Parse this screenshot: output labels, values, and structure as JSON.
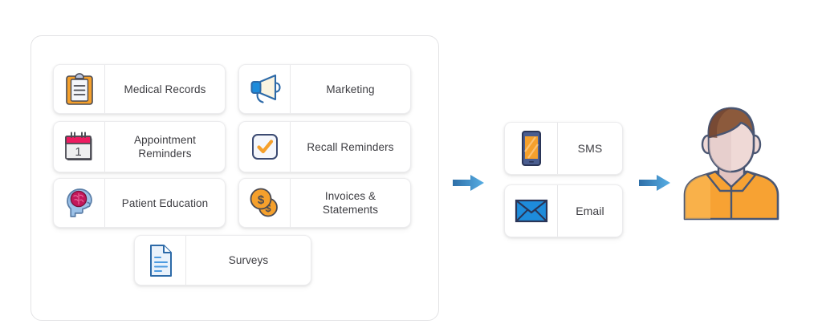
{
  "diagram": {
    "title": "Patient communication channels flow",
    "panel": {
      "name": "features-panel",
      "features": [
        {
          "id": "medical-records",
          "label": "Medical Records",
          "icon": "clipboard-icon"
        },
        {
          "id": "marketing",
          "label": "Marketing",
          "icon": "megaphone-icon"
        },
        {
          "id": "appointment-reminders",
          "label": "Appointment\nReminders",
          "icon": "calendar-icon"
        },
        {
          "id": "recall-reminders",
          "label": "Recall Reminders",
          "icon": "checkbox-check-icon"
        },
        {
          "id": "patient-education",
          "label": "Patient Education",
          "icon": "head-brain-icon"
        },
        {
          "id": "invoices-statements",
          "label": "Invoices &\nStatements",
          "icon": "coins-dollar-icon"
        },
        {
          "id": "surveys",
          "label": "Surveys",
          "icon": "document-icon"
        }
      ]
    },
    "channels": [
      {
        "id": "sms",
        "label": "SMS",
        "icon": "mobile-phone-icon"
      },
      {
        "id": "email",
        "label": "Email",
        "icon": "envelope-icon"
      }
    ],
    "arrows": [
      {
        "id": "arrow-features-to-channels",
        "icon": "arrow-right-icon"
      },
      {
        "id": "arrow-channels-to-recipient",
        "icon": "arrow-right-icon"
      }
    ],
    "recipient": {
      "id": "recipient",
      "icon": "person-avatar-icon"
    },
    "colors": {
      "accent_orange": "#F5A02C",
      "accent_blue": "#2D8FD5",
      "arrow_blue": "#3E95D4",
      "calendar_pink": "#ED1B60",
      "brain_magenta": "#C2185B",
      "panel_border": "#E3E3E5",
      "card_border": "#ECECEE",
      "text": "#3C3C41",
      "shirt_orange": "#F7A233",
      "hair_brown": "#8C5A3C",
      "skin": "#EFD9D6",
      "icon_navy": "#3B4A72"
    }
  }
}
